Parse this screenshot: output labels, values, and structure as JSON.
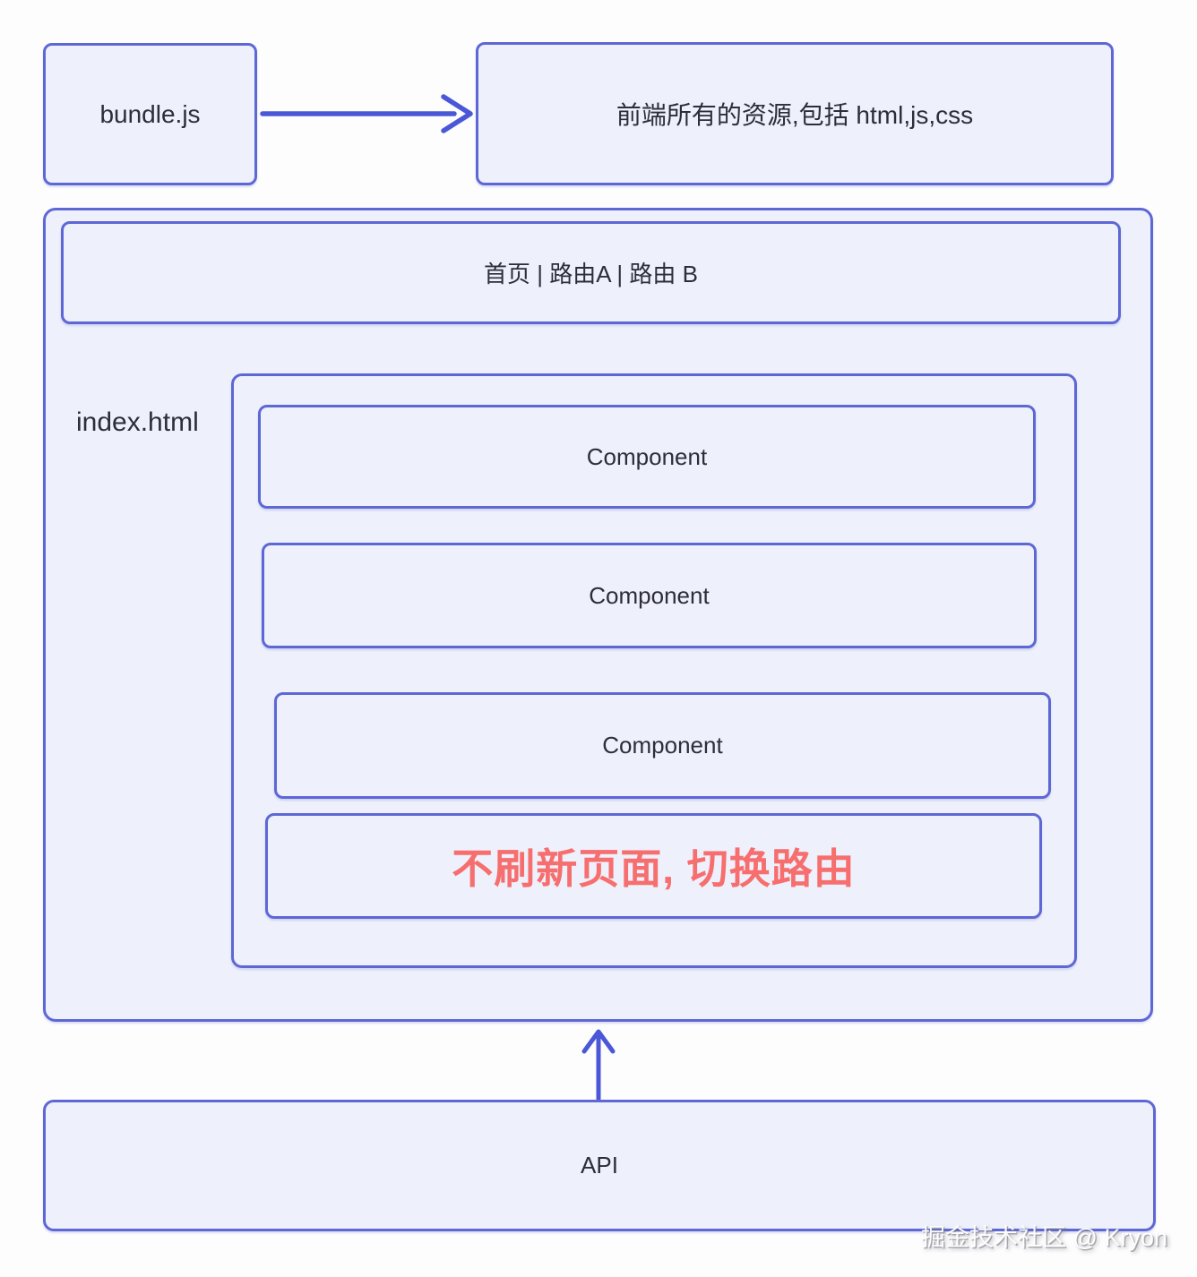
{
  "diagram": {
    "bundle_label": "bundle.js",
    "resources_label": "前端所有的资源,包括 html,js,css",
    "nav_label": "首页 | 路由A | 路由 B",
    "index_label": "index.html",
    "components": [
      "Component",
      "Component",
      "Component"
    ],
    "highlight_label": "不刷新页面, 切换路由",
    "api_label": "API",
    "watermark": "掘金技术社区 @ Kryon",
    "colors": {
      "border": "#5e68d4",
      "arrow": "#4a58d8",
      "box_fill": "#eef0fb",
      "highlight_text": "#f66e6e"
    }
  }
}
